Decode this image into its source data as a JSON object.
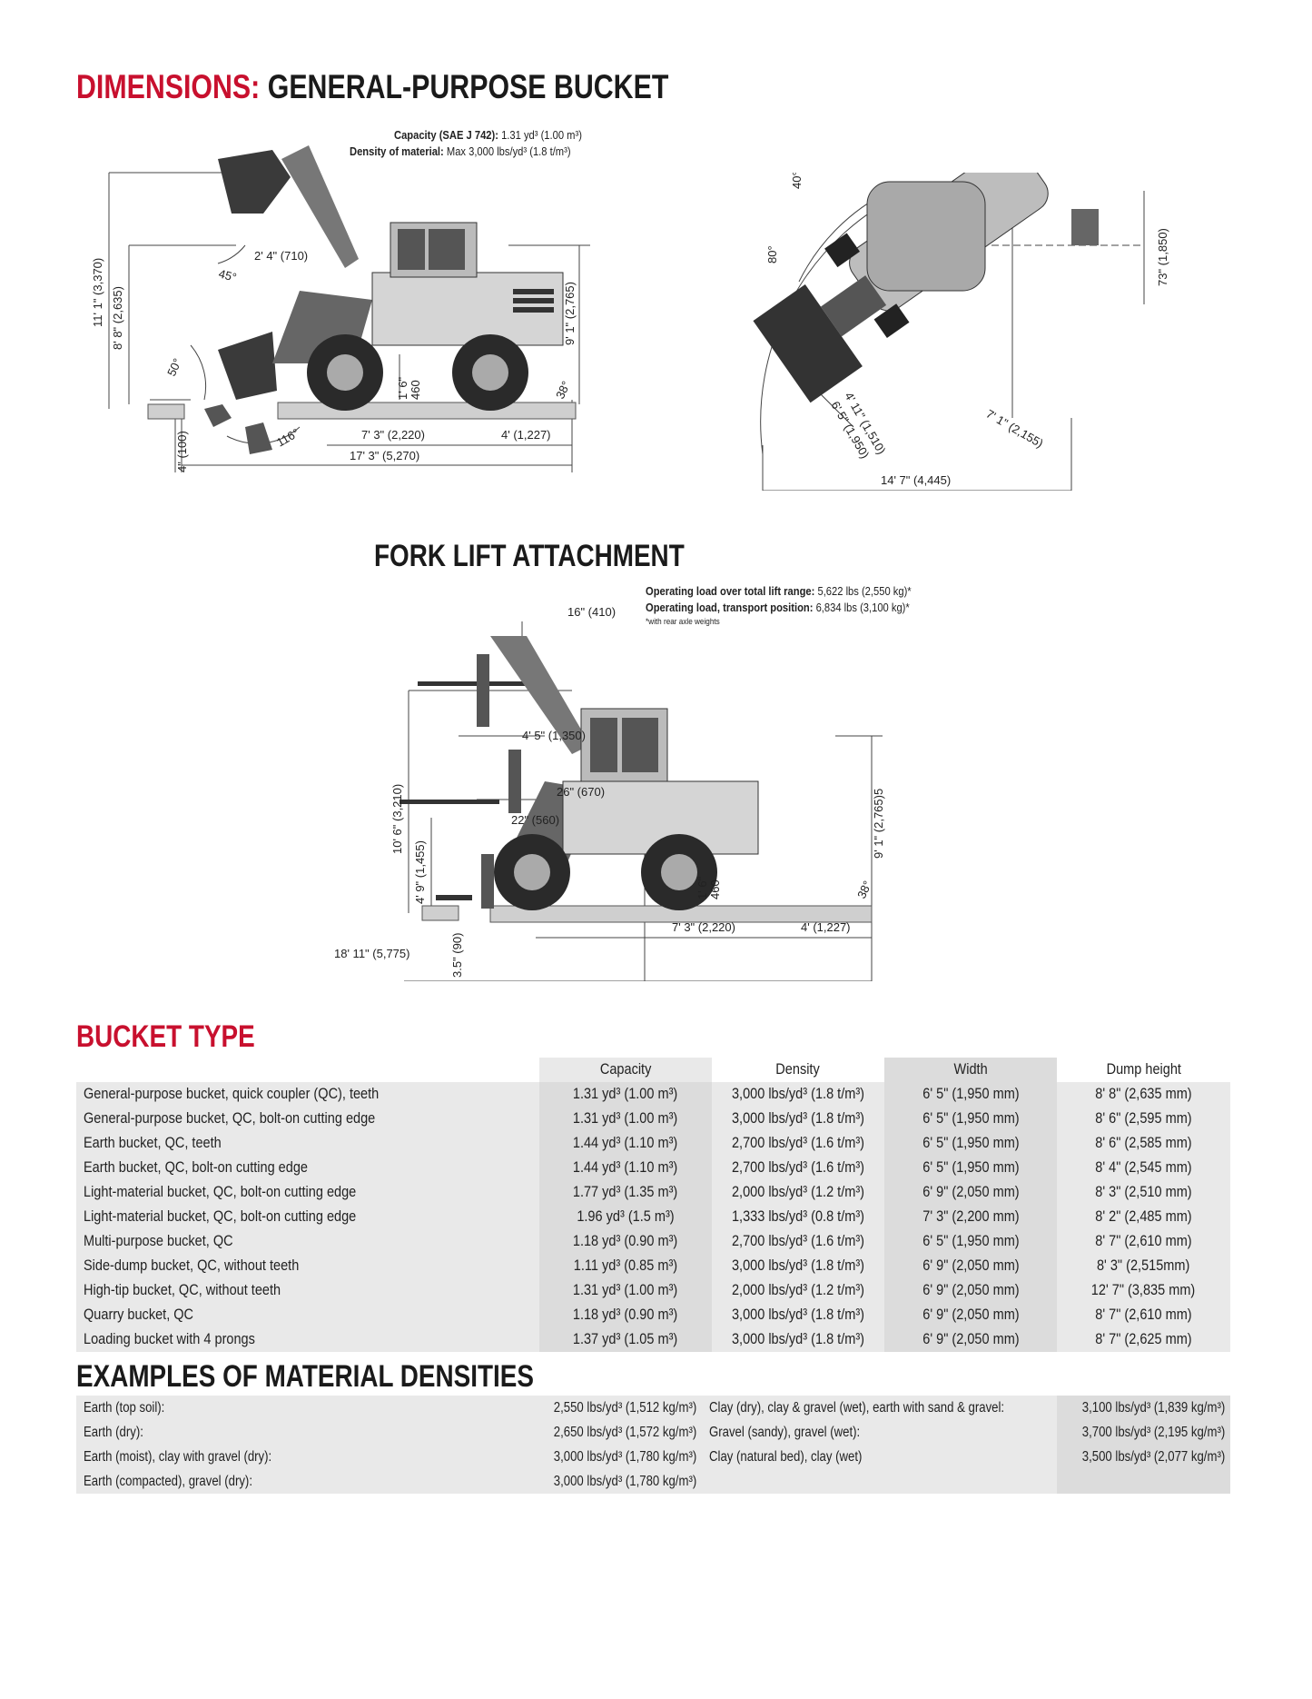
{
  "headings": {
    "dimensions_red": "DIMENSIONS:",
    "dimensions_black": "GENERAL-PURPOSE BUCKET",
    "fork": "FORK LIFT ATTACHMENT",
    "bucket_type": "BUCKET TYPE",
    "densities": "EXAMPLES OF MATERIAL DENSITIES"
  },
  "bucket_spec": {
    "capacity_label": "Capacity (SAE J 742):",
    "capacity_value": "1.31 yd³ (1.00 m³)",
    "density_label": "Density of material:",
    "density_value": "Max 3,000 lbs/yd³ (1.8 t/m³)"
  },
  "bucket_dims": {
    "d1": "11' 1\" (3,370)",
    "d2": "8' 8\" (2,635)",
    "d3": "2' 4\" (710)",
    "d4": "45°",
    "d5": "50°",
    "d6": "116°",
    "d7": "1' 6\"",
    "d8": "460",
    "d9": "9' 1\" (2,765)",
    "d10": "38°",
    "d11": "7' 3\" (2,220)",
    "d12": "4' (1,227)",
    "d13": "17' 3\" (5,270)",
    "d14": "4\" (100)"
  },
  "top_dims": {
    "a1": "40°",
    "a2": "80°",
    "d1": "73\" (1,850)",
    "d2": "4' 11\" (1,510)",
    "d3": "6' 5\" (1,950)",
    "d4": "7' 1\" (2,155)",
    "d5": "14' 7\" (4,445)"
  },
  "fork_spec": {
    "op_label": "Operating load over total lift range:",
    "op_value": "5,622 lbs (2,550 kg)*",
    "tr_label": "Operating load, transport position:",
    "tr_value": "6,834 lbs (3,100 kg)*",
    "footnote": "*with rear axle weights"
  },
  "fork_dims": {
    "d1": "16\" (410)",
    "d2": "4' 5\" (1,350)",
    "d3": "26\" (670)",
    "d4": "22\" (560)",
    "d5": "10' 6\" (3,210)",
    "d6": "4' 9\" (1,455)",
    "d7": "9' 1\" (2,765)5",
    "d8": "1' 6\"",
    "d9": "460",
    "d10": "38°",
    "d11": "7' 3\" (2,220)",
    "d12": "4' (1,227)",
    "d13": "18' 11\" (5,775)",
    "d14": "3.5\" (90)"
  },
  "bucket_table": {
    "headers": [
      "Capacity",
      "Density",
      "Width",
      "Dump height"
    ],
    "rows": [
      [
        "General-purpose bucket, quick coupler (QC), teeth",
        "1.31 yd³ (1.00 m³)",
        "3,000 lbs/yd³ (1.8 t/m³)",
        "6' 5\" (1,950 mm)",
        "8' 8\" (2,635 mm)"
      ],
      [
        "General-purpose bucket, QC, bolt-on cutting edge",
        "1.31 yd³ (1.00 m³)",
        "3,000 lbs/yd³ (1.8 t/m³)",
        "6' 5\" (1,950 mm)",
        "8' 6\" (2,595 mm)"
      ],
      [
        "Earth bucket, QC, teeth",
        "1.44 yd³ (1.10 m³)",
        "2,700 lbs/yd³ (1.6 t/m³)",
        "6' 5\" (1,950 mm)",
        "8' 6\" (2,585 mm)"
      ],
      [
        "Earth bucket, QC, bolt-on cutting edge",
        "1.44 yd³ (1.10 m³)",
        "2,700 lbs/yd³ (1.6 t/m³)",
        "6' 5\" (1,950 mm)",
        "8' 4\" (2,545 mm)"
      ],
      [
        "Light-material bucket, QC, bolt-on cutting edge",
        "1.77 yd³ (1.35 m³)",
        "2,000 lbs/yd³ (1.2 t/m³)",
        "6' 9\" (2,050 mm)",
        "8' 3\" (2,510 mm)"
      ],
      [
        "Light-material bucket, QC, bolt-on cutting edge",
        "1.96 yd³ (1.5 m³)",
        "1,333 lbs/yd³ (0.8 t/m³)",
        "7' 3\" (2,200 mm)",
        "8' 2\" (2,485 mm)"
      ],
      [
        "Multi-purpose bucket, QC",
        "1.18 yd³ (0.90 m³)",
        "2,700 lbs/yd³ (1.6 t/m³)",
        "6' 5\" (1,950 mm)",
        "8' 7\" (2,610 mm)"
      ],
      [
        "Side-dump bucket, QC, without teeth",
        "1.11 yd³ (0.85 m³)",
        "3,000 lbs/yd³ (1.8 t/m³)",
        "6' 9\" (2,050 mm)",
        "8' 3\" (2,515mm)"
      ],
      [
        "High-tip bucket, QC, without teeth",
        "1.31 yd³ (1.00 m³)",
        "2,000 lbs/yd³ (1.2 t/m³)",
        "6' 9\" (2,050 mm)",
        "12' 7\" (3,835 mm)"
      ],
      [
        "Quarry bucket, QC",
        "1.18 yd³ (0.90 m³)",
        "3,000 lbs/yd³ (1.8 t/m³)",
        "6' 9\" (2,050 mm)",
        "8' 7\" (2,610 mm)"
      ],
      [
        "Loading bucket with 4 prongs",
        "1.37 yd³ (1.05 m³)",
        "3,000 lbs/yd³ (1.8 t/m³)",
        "6' 9\" (2,050 mm)",
        "8' 7\" (2,625 mm)"
      ]
    ]
  },
  "density_table": {
    "rows": [
      [
        "Earth (top soil):",
        "2,550 lbs/yd³ (1,512 kg/m³)",
        "Clay (dry), clay & gravel (wet), earth with sand & gravel:",
        "3,100 lbs/yd³ (1,839 kg/m³)"
      ],
      [
        "Earth (dry):",
        "2,650 lbs/yd³ (1,572 kg/m³)",
        "Gravel (sandy), gravel (wet):",
        "3,700 lbs/yd³ (2,195 kg/m³)"
      ],
      [
        "Earth (moist), clay with gravel (dry):",
        "3,000 lbs/yd³ (1,780 kg/m³)",
        "Clay (natural bed), clay (wet)",
        "3,500 lbs/yd³ (2,077 kg/m³)"
      ],
      [
        "Earth (compacted), gravel (dry):",
        "3,000 lbs/yd³ (1,780 kg/m³)",
        "",
        ""
      ]
    ]
  },
  "colors": {
    "accent": "#c8102e",
    "table_shade": "#e9e9e9"
  }
}
